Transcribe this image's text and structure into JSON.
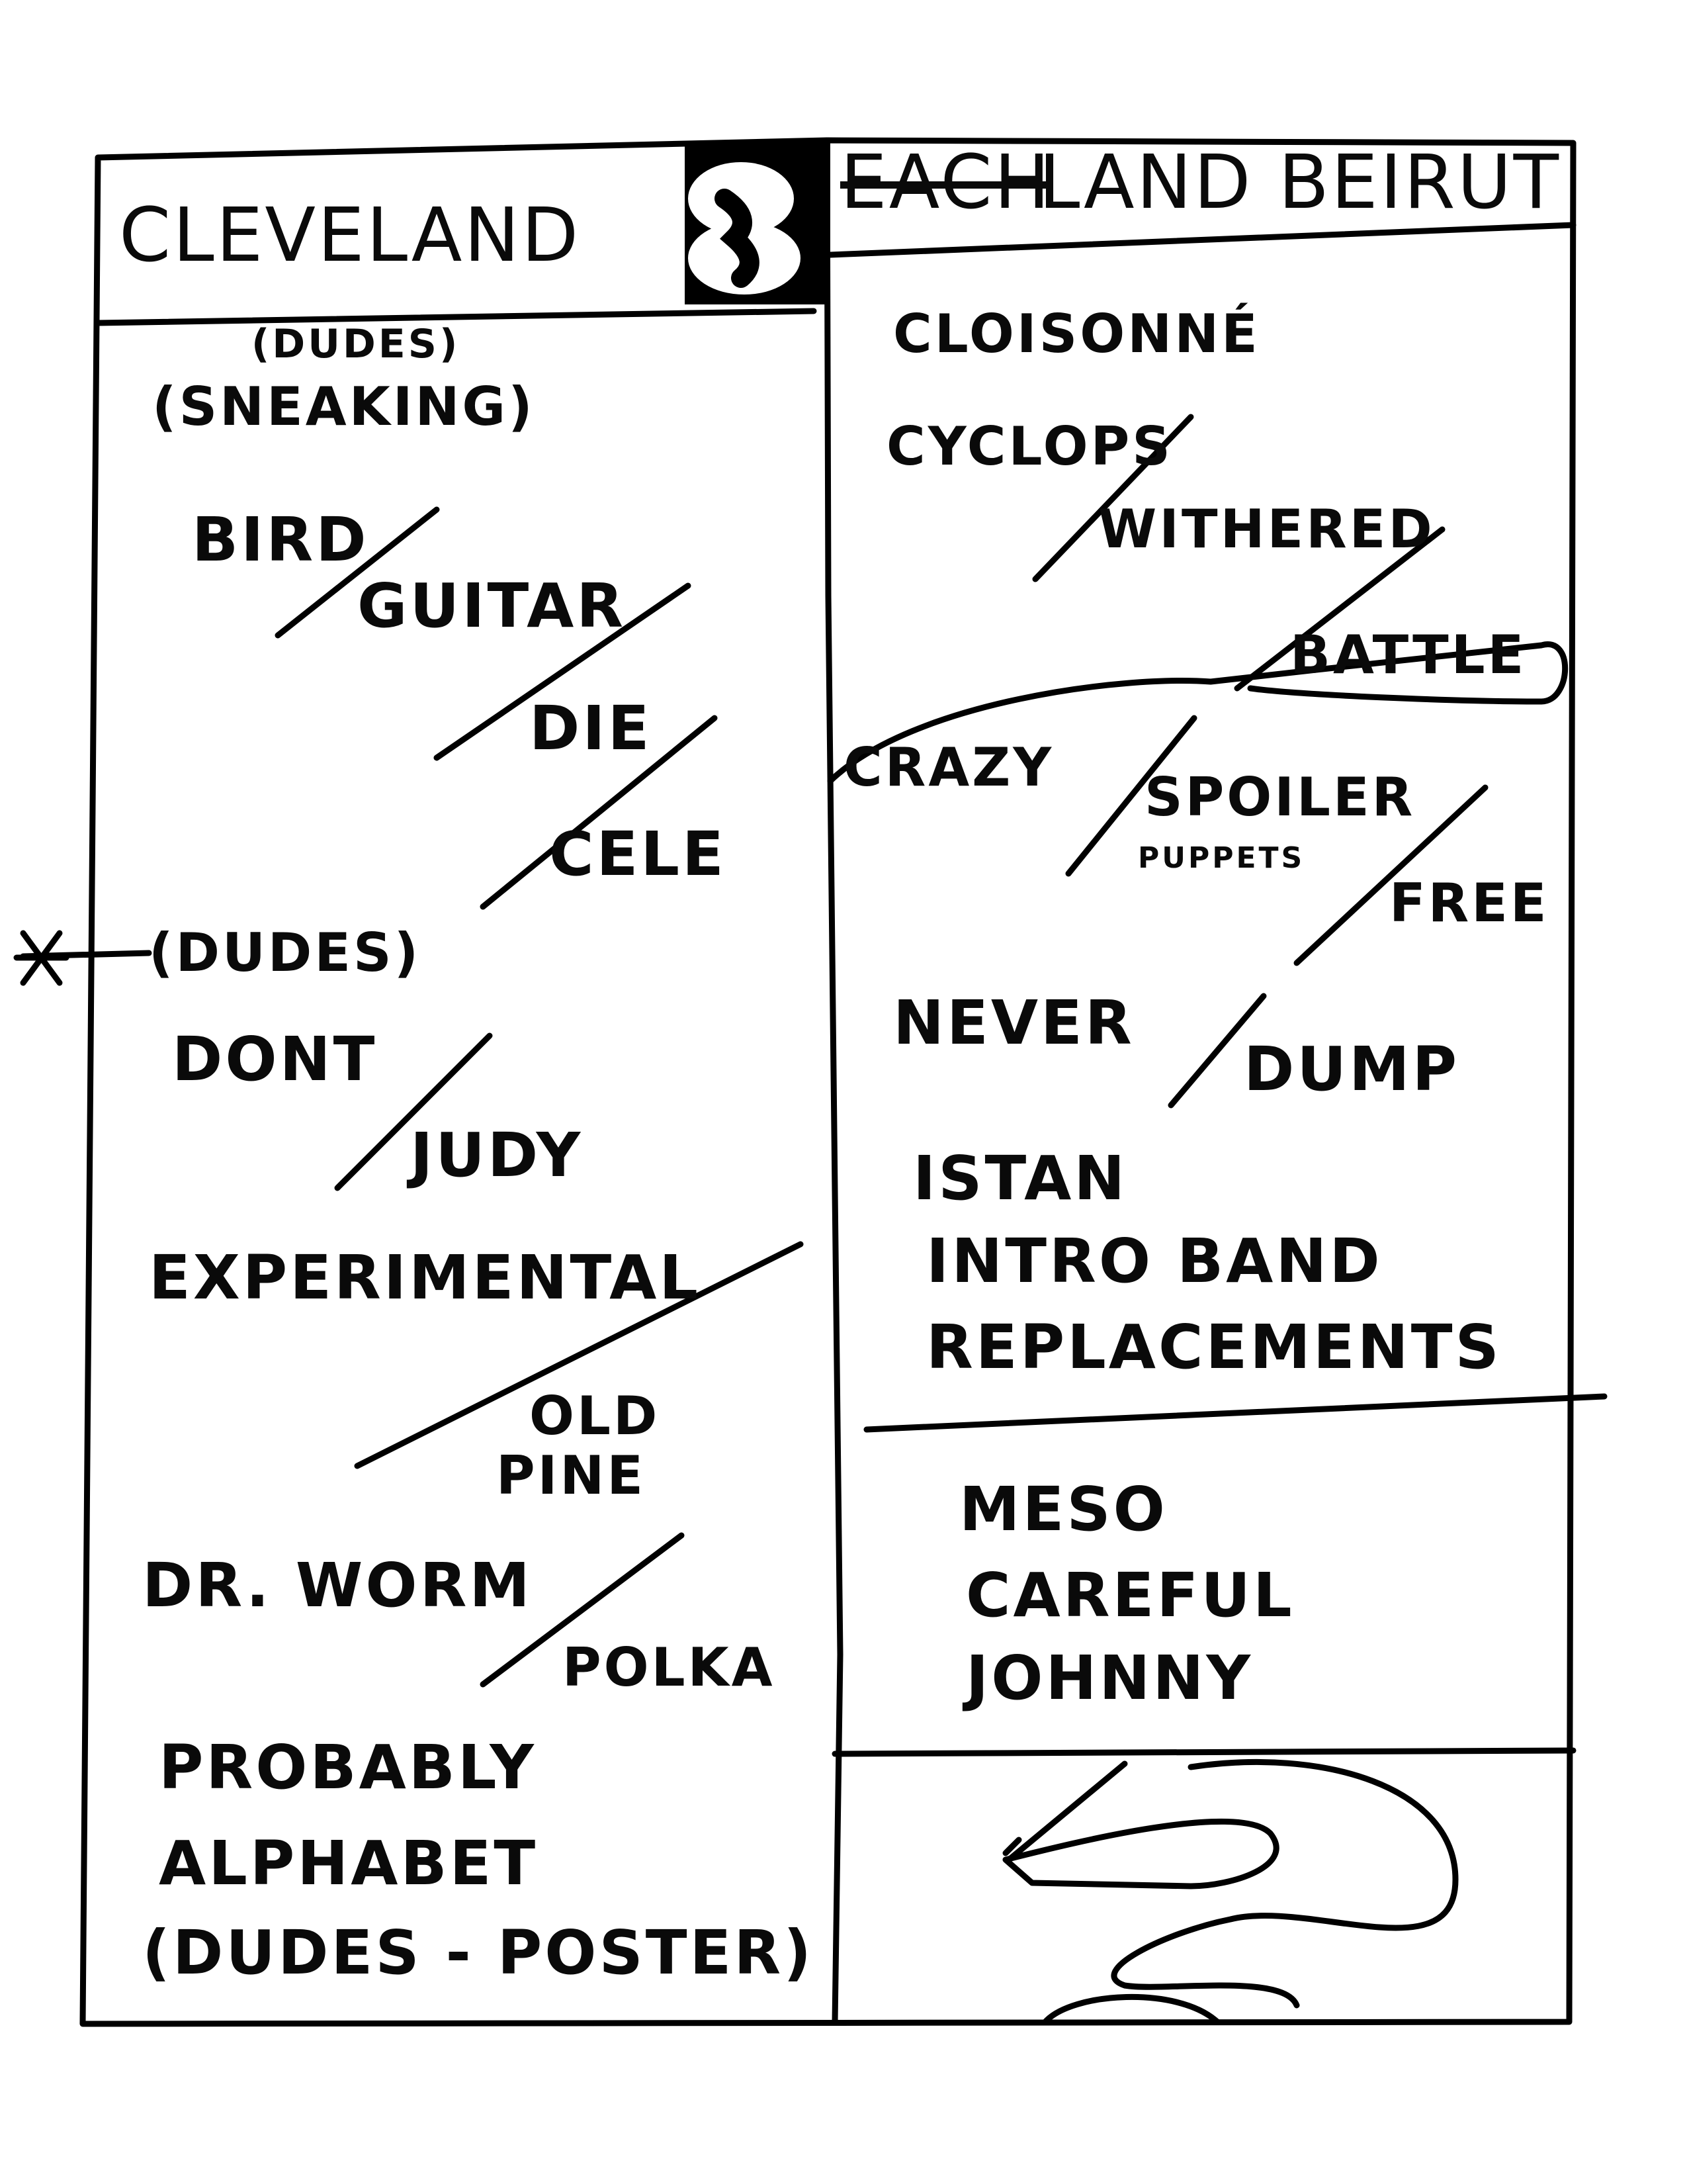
{
  "header": {
    "left_title": "CLEVELAND",
    "right_title_struck": "EACH",
    "right_title_rest": "LAND BEIRUT"
  },
  "left_column": {
    "items": [
      {
        "id": "dudes-1",
        "text": "(DUDES)"
      },
      {
        "id": "sneaking",
        "text": "(SNEAKING)"
      },
      {
        "id": "bird",
        "text": "BIRD"
      },
      {
        "id": "guitar",
        "text": "GUITAR"
      },
      {
        "id": "die",
        "text": "DIE"
      },
      {
        "id": "cele",
        "text": "CELE"
      },
      {
        "id": "dudes-2",
        "text": "(DUDES)"
      },
      {
        "id": "dont",
        "text": "DONT"
      },
      {
        "id": "judy",
        "text": "JUDY"
      },
      {
        "id": "experimental",
        "text": "EXPERIMENTAL"
      },
      {
        "id": "old",
        "text": "OLD"
      },
      {
        "id": "pine",
        "text": "PINE"
      },
      {
        "id": "dr-worm",
        "text": "DR. WORM"
      },
      {
        "id": "polka",
        "text": "POLKA"
      },
      {
        "id": "probably",
        "text": "PROBABLY"
      },
      {
        "id": "alphabet",
        "text": "ALPHABET"
      },
      {
        "id": "dudes-poster",
        "text": "(DUDES - POSTER)"
      }
    ]
  },
  "right_column": {
    "items": [
      {
        "id": "cloisonne",
        "text": "CLOISONNÉ"
      },
      {
        "id": "cyclops",
        "text": "CYCLOPS"
      },
      {
        "id": "withered",
        "text": "WITHERED"
      },
      {
        "id": "battle",
        "text": "BATTLE"
      },
      {
        "id": "crazy",
        "text": "CRAZY"
      },
      {
        "id": "spoiler",
        "text": "SPOILER"
      },
      {
        "id": "puppets",
        "text": "PUPPETS"
      },
      {
        "id": "free",
        "text": "FREE"
      },
      {
        "id": "never",
        "text": "NEVER"
      },
      {
        "id": "dump",
        "text": "DUMP"
      },
      {
        "id": "istan",
        "text": "ISTAN"
      },
      {
        "id": "intro-band",
        "text": "INTRO BAND"
      },
      {
        "id": "replacements",
        "text": "REPLACEMENTS"
      },
      {
        "id": "meso",
        "text": "MESO"
      },
      {
        "id": "careful",
        "text": "CAREFUL"
      },
      {
        "id": "johnny",
        "text": "JOHNNY"
      }
    ]
  }
}
